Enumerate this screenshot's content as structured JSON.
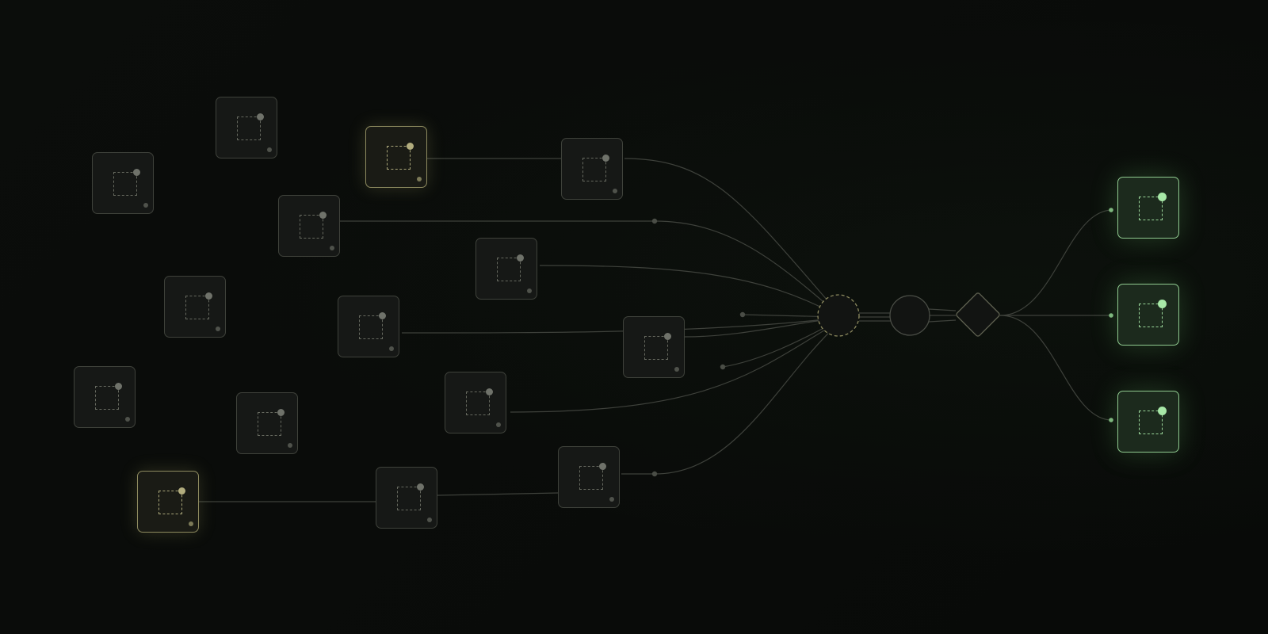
{
  "palette": {
    "background": "#0a0c0a",
    "node_border": "#3f423b",
    "warm_border": "#8d8a5f",
    "output_border": "#8fc98f",
    "edge": "#3e413b"
  },
  "nodes": [
    {
      "id": "n1",
      "kind": "idle"
    },
    {
      "id": "n2",
      "kind": "idle"
    },
    {
      "id": "n3",
      "kind": "active-source"
    },
    {
      "id": "n4",
      "kind": "idle"
    },
    {
      "id": "n5",
      "kind": "idle"
    },
    {
      "id": "n6",
      "kind": "idle"
    },
    {
      "id": "n7",
      "kind": "idle"
    },
    {
      "id": "n8",
      "kind": "idle"
    },
    {
      "id": "n9",
      "kind": "idle"
    },
    {
      "id": "n10",
      "kind": "idle"
    },
    {
      "id": "n11",
      "kind": "idle"
    },
    {
      "id": "n12",
      "kind": "idle"
    },
    {
      "id": "n13",
      "kind": "active-source"
    },
    {
      "id": "n14",
      "kind": "idle"
    },
    {
      "id": "n15",
      "kind": "idle"
    }
  ],
  "hub": {
    "merge": "dashed-circle",
    "process": "circle",
    "router": "diamond"
  },
  "outputs": [
    {
      "id": "out1",
      "kind": "output"
    },
    {
      "id": "out2",
      "kind": "output"
    },
    {
      "id": "out3",
      "kind": "output"
    }
  ]
}
